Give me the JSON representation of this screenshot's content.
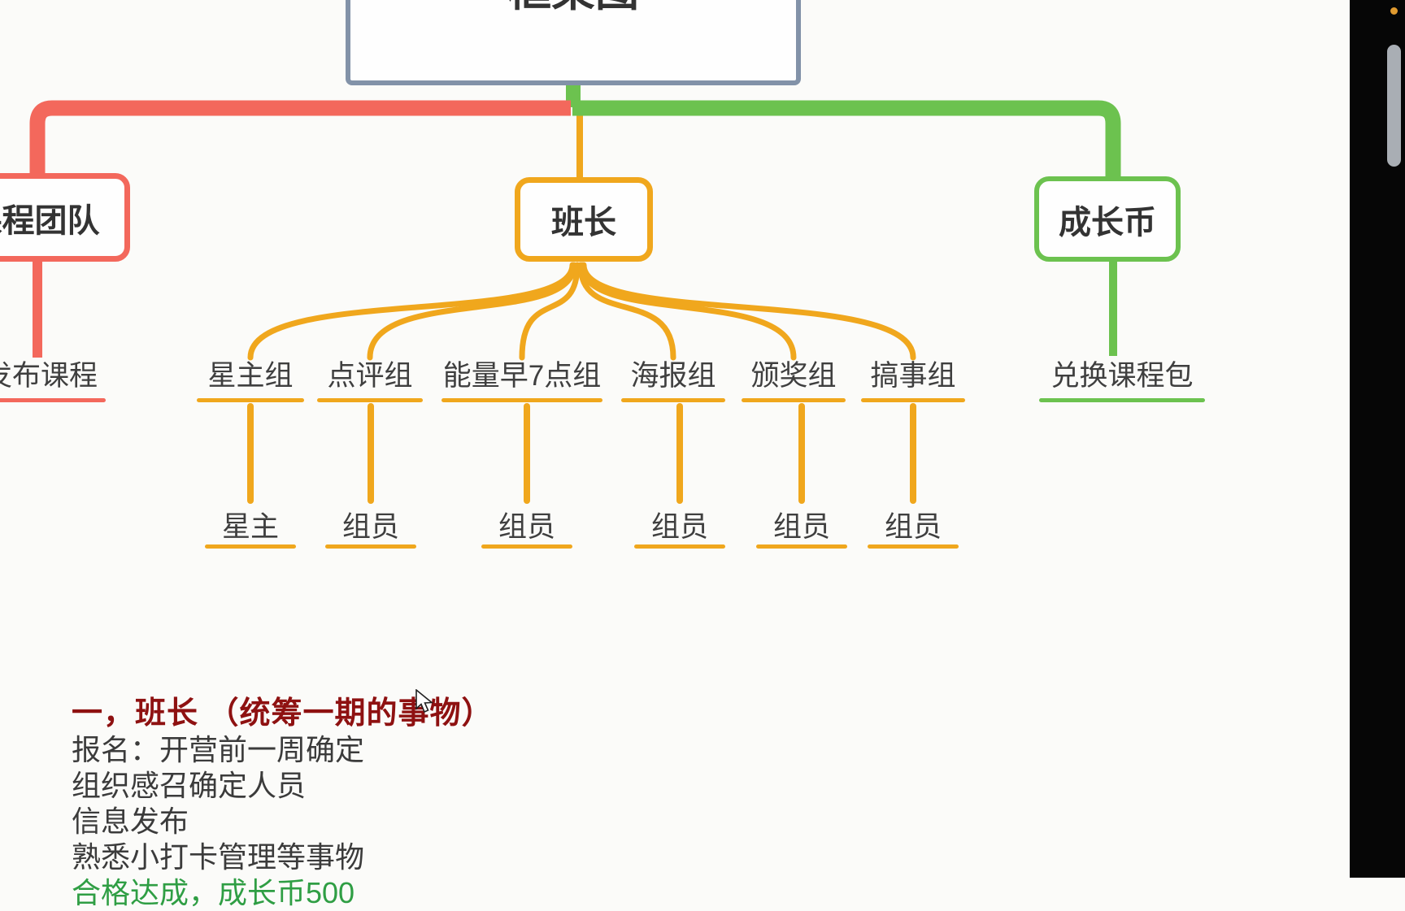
{
  "root_title": "框架图",
  "colors": {
    "root_border": "#8292a8",
    "left_branch": "#f3685c",
    "center_branch": "#f0a71d",
    "right_branch": "#6cc24f",
    "heading_red": "#8e1111",
    "body_text": "#3b3b3b",
    "highlight_green": "#2f9e44",
    "strip_black": "#060606",
    "scroll_thumb_gray": "#a9aeb4",
    "dot_orange": "#e09a2f"
  },
  "tree": {
    "left": {
      "label": "课程团队",
      "child": "发布课程"
    },
    "center": {
      "label": "班长",
      "groups": [
        {
          "label": "星主组",
          "member": "星主"
        },
        {
          "label": "点评组",
          "member": "组员"
        },
        {
          "label": "能量早7点组",
          "member": "组员"
        },
        {
          "label": "海报组",
          "member": "组员"
        },
        {
          "label": "颁奖组",
          "member": "组员"
        },
        {
          "label": "搞事组",
          "member": "组员"
        }
      ]
    },
    "right": {
      "label": "成长币",
      "child": "兑换课程包"
    }
  },
  "notes": {
    "heading": "一，班长 （统筹一期的事物）",
    "lines": [
      "报名：开营前一周确定",
      "组织感召确定人员",
      "信息发布",
      "熟悉小打卡管理等事物"
    ],
    "highlight_line": "合格达成，成长币500"
  }
}
